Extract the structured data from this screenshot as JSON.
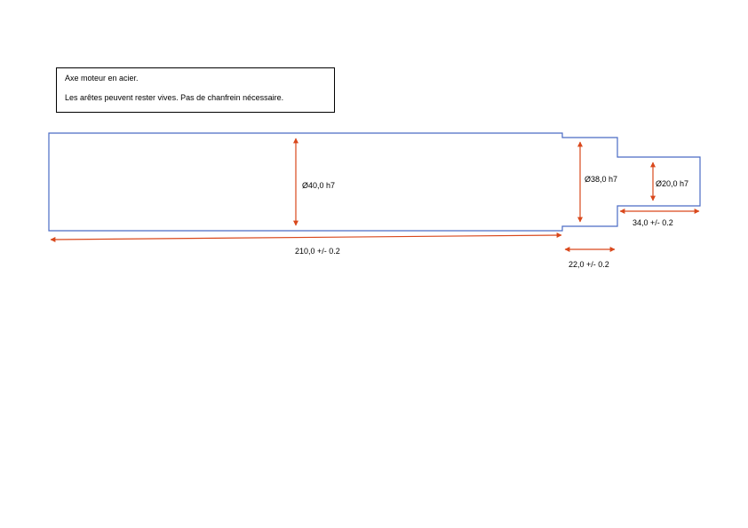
{
  "note": {
    "line1": "Axe moteur en acier.",
    "line2": "Les arêtes peuvent rester vives. Pas de chanfrein nécessaire."
  },
  "dimensions": {
    "diameter_main": "Ø40,0 h7",
    "diameter_middle": "Ø38,0 h7",
    "diameter_end": "Ø20,0 h7",
    "length_main": "210,0 +/- 0.2",
    "length_middle": "22,0 +/- 0.2",
    "length_end": "34,0 +/- 0.2"
  },
  "colors": {
    "outline": "#4a6bc4",
    "dimension_arrow": "#d9481c",
    "text": "#000000"
  }
}
